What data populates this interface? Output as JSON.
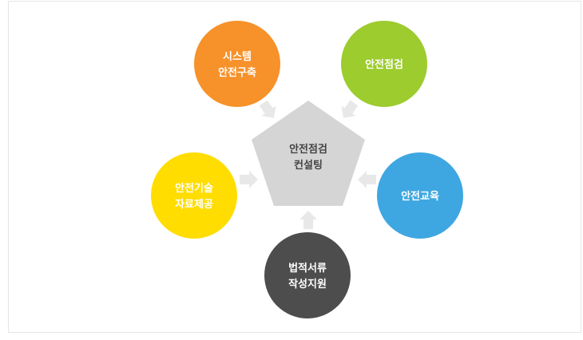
{
  "center": {
    "lines": [
      "안전점검",
      "컨설팅"
    ],
    "fill": "#d5d5d5",
    "text_color": "#444444"
  },
  "nodes": [
    {
      "id": "system-safety",
      "lines": [
        "시스템",
        "안전구축"
      ],
      "color": "#f7912a"
    },
    {
      "id": "safety-inspection",
      "lines": [
        "안전점검"
      ],
      "color": "#9ccc2e"
    },
    {
      "id": "safety-education",
      "lines": [
        "안전교육"
      ],
      "color": "#3ea7e1"
    },
    {
      "id": "legal-documents",
      "lines": [
        "법적서류",
        "작성지원"
      ],
      "color": "#4d4d4d"
    },
    {
      "id": "safety-tech-data",
      "lines": [
        "안전기술",
        "자료제공"
      ],
      "color": "#ffdd00"
    }
  ],
  "arrow_color": "#e8e8e8"
}
